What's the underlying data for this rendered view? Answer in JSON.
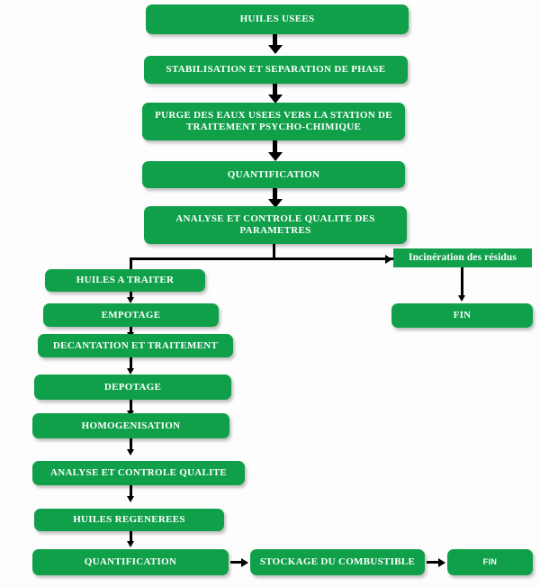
{
  "diagram": {
    "title": "Flowchart - Traitement des huiles usees",
    "accent_color": "#10a04a",
    "text_color": "#ffffff",
    "connector_color": "#000000",
    "background_color": "#fdfdfd"
  },
  "nodes": {
    "huiles_usees": "HUILES USEES",
    "stabilisation": "STABILISATION ET SEPARATION DE PHASE",
    "purge": "PURGE DES EAUX USEES VERS LA STATION DE TRAITEMENT PSYCHO-CHIMIQUE",
    "quantification_top": "QUANTIFICATION",
    "analyse_parametres": "ANALYSE ET CONTROLE QUALITE DES PARAMETRES",
    "incineration": "Incinération des résidus",
    "fin_right": "FIN",
    "huiles_a_traiter": "HUILES A TRAITER",
    "empotage": "EMPOTAGE",
    "decantation": "DECANTATION  ET TRAITEMENT",
    "depotage": "DEPOTAGE",
    "homogenisation": "HOMOGENISATION",
    "analyse_qualite": "ANALYSE ET CONTROLE QUALITE",
    "huiles_regenerees": "HUILES REGENEREES",
    "quantification_bottom": "QUANTIFICATION",
    "stockage": "STOCKAGE DU COMBUSTIBLE",
    "fin_bottom": "FIN"
  }
}
